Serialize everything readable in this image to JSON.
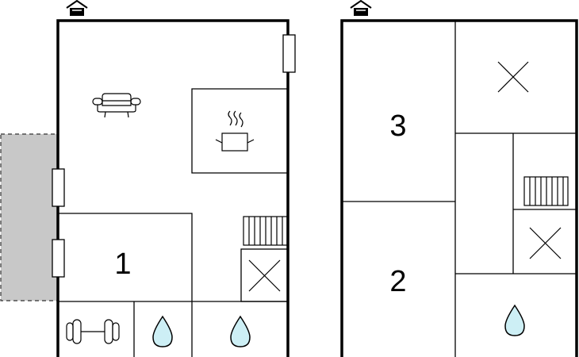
{
  "floors": [
    {
      "id": "ground",
      "entrance_icon": "house-entrance-icon",
      "rooms": [
        {
          "label": "",
          "icon": "sofa-icon"
        },
        {
          "label": "",
          "icon": "cooking-pot-icon"
        },
        {
          "label": "1",
          "icon": ""
        },
        {
          "label": "",
          "icon": "radiator-icon"
        },
        {
          "label": "",
          "icon": "cross-mark-icon"
        },
        {
          "label": "",
          "icon": "dumbbell-icon"
        },
        {
          "label": "",
          "icon": "water-drop-icon"
        },
        {
          "label": "",
          "icon": "water-drop-icon"
        }
      ],
      "terrace": "terrace-area"
    },
    {
      "id": "upper",
      "entrance_icon": "house-entrance-icon",
      "rooms": [
        {
          "label": "3",
          "icon": ""
        },
        {
          "label": "",
          "icon": "cross-mark-icon"
        },
        {
          "label": "",
          "icon": "radiator-icon"
        },
        {
          "label": "",
          "icon": "cross-mark-icon"
        },
        {
          "label": "2",
          "icon": ""
        },
        {
          "label": "",
          "icon": "water-drop-icon"
        }
      ]
    }
  ],
  "colors": {
    "wall": "#000000",
    "terrace_fill": "#c8c8c8",
    "water": "#cdeff5",
    "background": "#ffffff"
  }
}
